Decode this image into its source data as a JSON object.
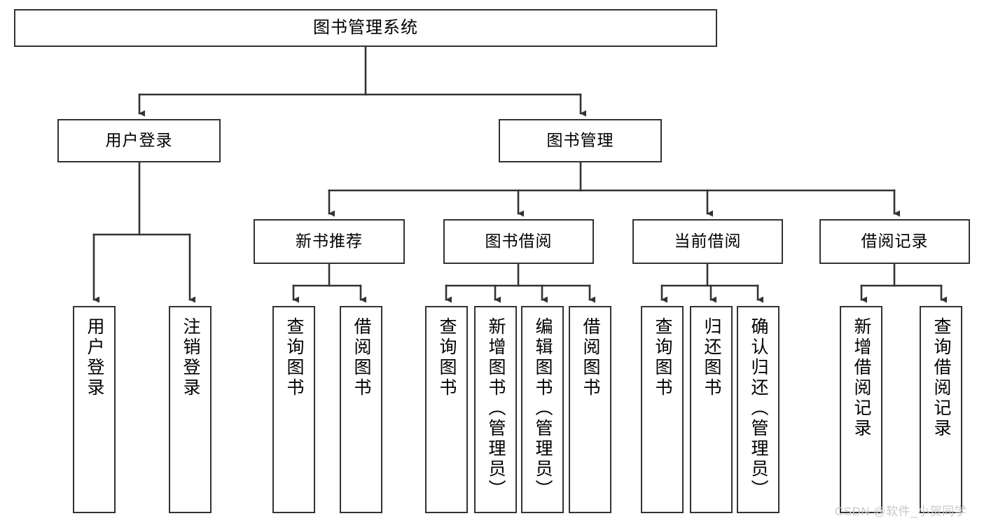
{
  "diagram": {
    "type": "tree",
    "title": "图书管理系统",
    "root": {
      "label": "图书管理系统"
    },
    "level1": [
      {
        "label": "用户登录"
      },
      {
        "label": "图书管理"
      }
    ],
    "level2": [
      {
        "label": "新书推荐"
      },
      {
        "label": "图书借阅"
      },
      {
        "label": "当前借阅"
      },
      {
        "label": "借阅记录"
      }
    ],
    "leaves": {
      "user_login": [
        {
          "label": "用户登录"
        },
        {
          "label": "注销登录"
        }
      ],
      "new_book_recommend": [
        {
          "label": "查询图书"
        },
        {
          "label": "借阅图书"
        }
      ],
      "book_borrow": [
        {
          "label": "查询图书"
        },
        {
          "label": "新增图书（管理员）"
        },
        {
          "label": "编辑图书（管理员）"
        },
        {
          "label": "借阅图书"
        }
      ],
      "current_borrow": [
        {
          "label": "查询图书"
        },
        {
          "label": "归还图书"
        },
        {
          "label": "确认归还（管理员）"
        }
      ],
      "borrow_record": [
        {
          "label": "新增借阅记录"
        },
        {
          "label": "查询借阅记录"
        }
      ]
    }
  },
  "watermark": {
    "text": "CSDN @软件_小贺同学"
  },
  "colors": {
    "stroke": "#333333",
    "box_fill": "#ffffff",
    "text": "#000000",
    "watermark": "#c9c9c9",
    "background": "#ffffff"
  }
}
